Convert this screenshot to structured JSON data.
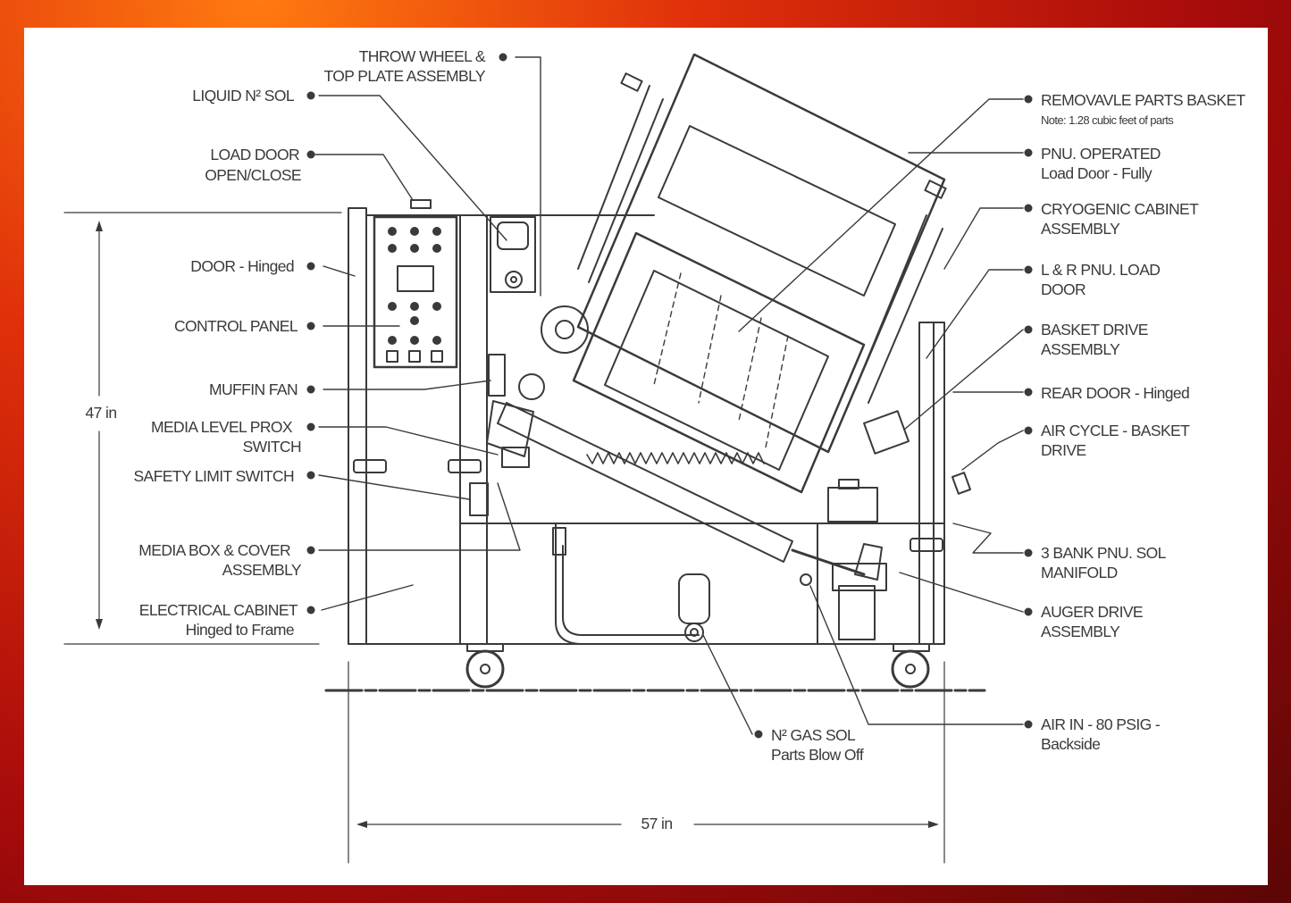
{
  "labels": {
    "throw_wheel": [
      "THROW WHEEL &",
      "TOP PLATE ASSEMBLY"
    ],
    "liquid_sol": "LIQUID N² SOL",
    "load_door": [
      "LOAD DOOR",
      "OPEN/CLOSE"
    ],
    "door_hinged": "DOOR - Hinged",
    "control_panel": "CONTROL PANEL",
    "muffin_fan": "MUFFIN FAN",
    "media_level": [
      "MEDIA LEVEL PROX",
      "SWITCH"
    ],
    "safety_limit": "SAFETY LIMIT SWITCH",
    "media_box": [
      "MEDIA BOX & COVER",
      "ASSEMBLY"
    ],
    "electrical_cabinet": [
      "ELECTRICAL CABINET",
      "Hinged to Frame"
    ],
    "removable_basket": "REMOVAVLE PARTS BASKET",
    "basket_note": "Note: 1.28 cubic feet of parts",
    "pnu_operated": [
      "PNU. OPERATED",
      "Load Door - Fully"
    ],
    "cryogenic_cabinet": [
      "CRYOGENIC CABINET",
      "ASSEMBLY"
    ],
    "lr_load_door": [
      "L & R PNU. LOAD",
      "DOOR"
    ],
    "basket_drive": [
      "BASKET DRIVE",
      "ASSEMBLY"
    ],
    "rear_door": "REAR DOOR - Hinged",
    "air_cycle": [
      "AIR CYCLE - BASKET",
      "DRIVE"
    ],
    "bank_manifold": [
      "3 BANK PNU. SOL",
      "MANIFOLD"
    ],
    "auger_drive": [
      "AUGER DRIVE",
      "ASSEMBLY"
    ],
    "air_in": [
      "AIR IN - 80 PSIG -",
      "Backside"
    ],
    "gas_sol": [
      "N² GAS SOL",
      "Parts Blow Off"
    ]
  },
  "dimensions": {
    "height": "47 in",
    "width": "57 in"
  },
  "colors": {
    "frame_orange": "#ff7a10",
    "frame_red": "#a80b0b",
    "line": "#3a3a3a",
    "sheet": "#ffffff"
  }
}
